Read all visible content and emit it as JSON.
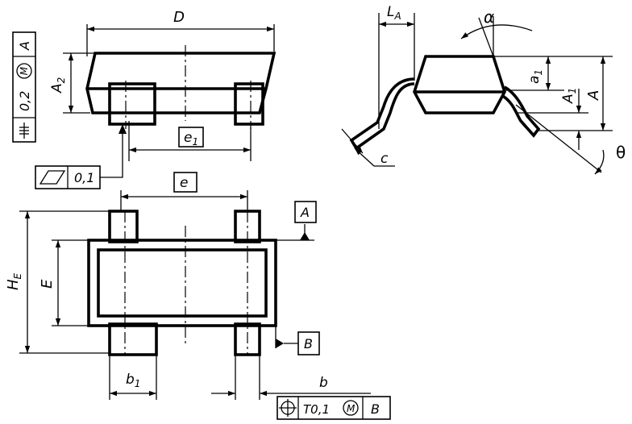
{
  "labels": {
    "D": "D",
    "A2": "A",
    "A2_sub": "2",
    "e1": "e",
    "e1_sub": "1",
    "e": "e",
    "LA": "L",
    "LA_sub": "A",
    "alpha": "α",
    "a1": "a",
    "a1_sub": "1",
    "A1": "A",
    "A1_sub": "1",
    "A": "A",
    "theta": "θ",
    "c": "c",
    "HE": "H",
    "HE_sub": "E",
    "E": "E",
    "b1": "b",
    "b1_sub": "1",
    "b": "b"
  },
  "frames": {
    "coplanarity_value": "0,2",
    "coplanarity_datum": "A",
    "coplanarity_mod": "M",
    "flatness_value": "0,1",
    "datum_A": "A",
    "datum_B": "B",
    "position_value": "T0,1",
    "position_mod": "M",
    "position_datum": "B"
  },
  "icons": [
    "coplanarity-symbol",
    "flatness-symbol",
    "position-symbol",
    "datum-triangle"
  ]
}
